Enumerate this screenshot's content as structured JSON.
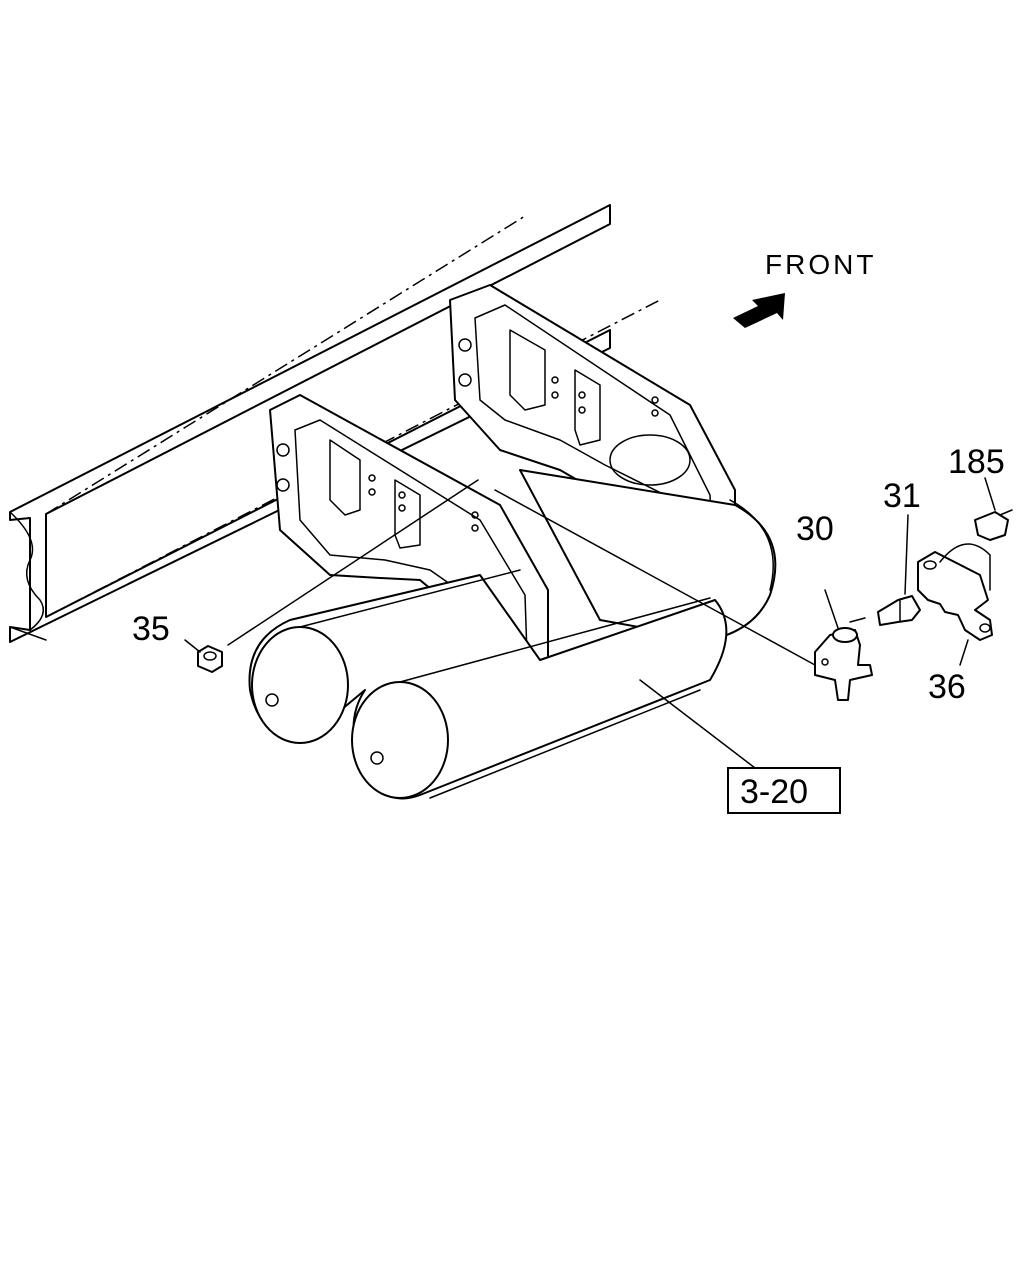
{
  "labels": {
    "front": "FRONT",
    "p185": "185",
    "p31": "31",
    "p30": "30",
    "p35": "35",
    "p36": "36",
    "ref": "3-20"
  }
}
